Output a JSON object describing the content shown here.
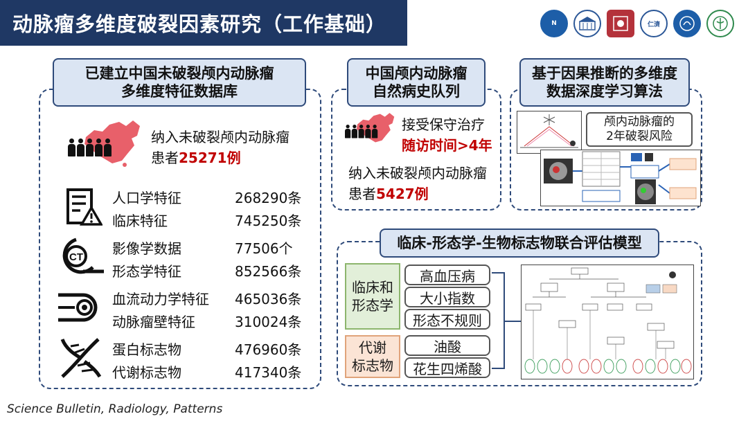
{
  "title": "动脉瘤多维度破裂因素研究（工作基础）",
  "logos": [
    {
      "icon": "institution-logo-n"
    },
    {
      "icon": "university-logo"
    },
    {
      "icon": "medical-college-logo"
    },
    {
      "icon": "renji-logo",
      "text": "仁濟"
    },
    {
      "icon": "hospital-logo"
    },
    {
      "icon": "medical-university-logo"
    }
  ],
  "database": {
    "heading_line1": "已建立中国未破裂颅内动脉瘤",
    "heading_line2": "多维度特征数据库",
    "enroll_line1": "纳入未破裂颅内动脉瘤",
    "enroll_prefix": "患者",
    "enroll_count": "25271例",
    "features": [
      {
        "name": "人口学特征",
        "value": "268290条"
      },
      {
        "name": "临床特征",
        "value": "745250条"
      },
      {
        "name": "影像学数据",
        "value": "77506个"
      },
      {
        "name": "形态学特征",
        "value": "852566条"
      },
      {
        "name": "血流动力学特征",
        "value": "465036条"
      },
      {
        "name": "动脉瘤壁特征",
        "value": "310024条"
      },
      {
        "name": "蛋白标志物",
        "value": "476960条"
      },
      {
        "name": "代谢标志物",
        "value": "417340条"
      }
    ],
    "ct_label": "CT"
  },
  "cohort": {
    "heading_line1": "中国颅内动脉瘤",
    "heading_line2": "自然病史队列",
    "treatment": "接受保守治疗",
    "followup": "随访时间>4年",
    "enroll_line1": "纳入未破裂颅内动脉瘤",
    "enroll_prefix": "患者",
    "enroll_count": "5427例"
  },
  "algorithm": {
    "heading_line1": "基于因果推断的多维度",
    "heading_line2": "数据深度学习算法",
    "risk_line1": "颅内动脉瘤的",
    "risk_line2": "2年破裂风险"
  },
  "model": {
    "heading": "临床-形态学-生物标志物联合评估模型",
    "category1_line1": "临床和",
    "category1_line2": "形态学",
    "category2_line1": "代谢",
    "category2_line2": "标志物",
    "items1": [
      "高血压病",
      "大小指数",
      "形态不规则"
    ],
    "items2": [
      "油酸",
      "花生四烯酸"
    ]
  },
  "footer": "Science Bulletin, Radiology, Patterns",
  "colors": {
    "navy": "#1f3864",
    "accent_red": "#c00000",
    "pill_bg": "#dbe5f3",
    "china_red": "#e8606a"
  }
}
